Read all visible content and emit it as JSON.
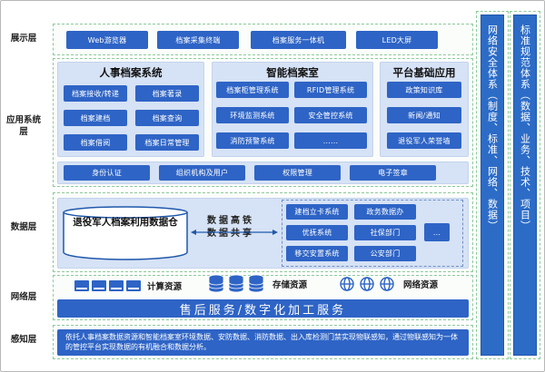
{
  "layers": {
    "display": "展示层",
    "application": "应用系统层",
    "data": "数据层",
    "network": "网络层",
    "perception": "感知层"
  },
  "display_items": [
    "Web游览器",
    "档案采集终端",
    "档案服务一体机",
    "LED大屏"
  ],
  "hr_panel": {
    "title": "人事档案系统",
    "items": [
      "档案接收/转递",
      "档案著录",
      "档案建档",
      "档案查询",
      "档案借阅",
      "档案日常管理"
    ]
  },
  "smart_panel": {
    "title": "智能档案室",
    "items": [
      "档案柜管理系统",
      "RFID管理系统",
      "环境监测系统",
      "安全管控系统",
      "消防预警系统",
      "......"
    ]
  },
  "platform_panel": {
    "title": "平台基础应用",
    "items": [
      "政策知识库",
      "新闻/通知",
      "退役军人荣誉墙"
    ]
  },
  "support_items": [
    "身份认证",
    "组织机构及用户",
    "权限管理",
    "电子签章"
  ],
  "warehouse": "退役军人档案利用数据仓",
  "data_share": {
    "line1": "数据高铁",
    "line2": "数据共享"
  },
  "data_sources": [
    "建档立卡系统",
    "政务数据办",
    "优抚系统",
    "社保部门",
    "移交安置系统",
    "公安部门",
    "..."
  ],
  "network": {
    "compute": "计算资源",
    "storage": "存储资源",
    "net": "网络资源",
    "service_bar": "售后服务/数字化加工服务"
  },
  "perception_text": "依托人事档案数据资源和智能档案室环境数据、安防数据、消防数据、出入库检测门禁实现物联感知，通过物联感知为一体的管控平台实现数据的有机融合和数据分析。",
  "side_bars": {
    "security": "网络安全体系（制度、标准、网络、数据）",
    "standard": "标准规范体系（数据、业务、技术、项目）"
  },
  "colors": {
    "accent": "#2e64c6",
    "panel_bg": "#d6e2f5",
    "border": "#8dc99a"
  }
}
